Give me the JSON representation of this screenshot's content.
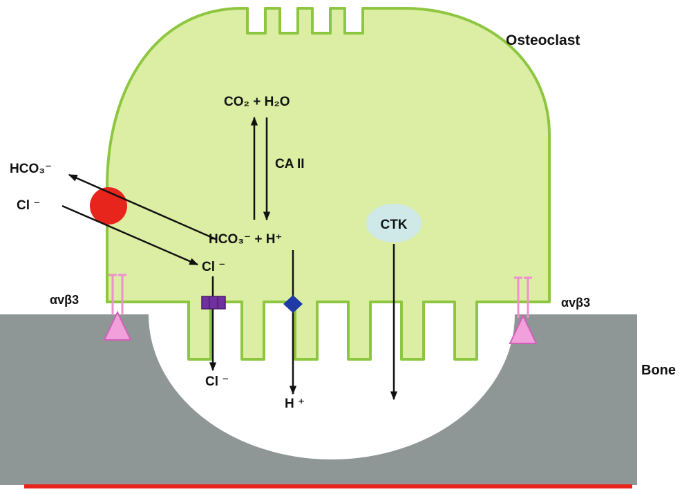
{
  "labels": {
    "osteoclast": "Osteoclast",
    "bone": "Bone",
    "co2_h2o": "CO₂ + H₂O",
    "ca_ii": "CA II",
    "hco3_h": "HCO₃⁻ + H⁺",
    "hco3_out": "HCO₃⁻",
    "cl_out": "Cl ⁻",
    "cl_in": "Cl ⁻",
    "cl_secreted": "Cl ⁻",
    "h_secreted": "H ⁺",
    "ctk": "CTK",
    "integrin_left": "αvβ3",
    "integrin_right": "αvβ3"
  },
  "colors": {
    "cell_fill": "#dceda4",
    "cell_stroke": "#8dc63f",
    "bone": "#8f9696",
    "lacuna": "#ffffff",
    "anion_exchanger": "#e8251c",
    "chloride_channel": "#7030a0",
    "proton_pump": "#1f3ca6",
    "ctk_vesicle": "#cfe9e9",
    "integrin_fill": "#f2a0dc",
    "integrin_stroke": "#d060b8",
    "baseline": "#e8251c",
    "text": "#111111"
  }
}
